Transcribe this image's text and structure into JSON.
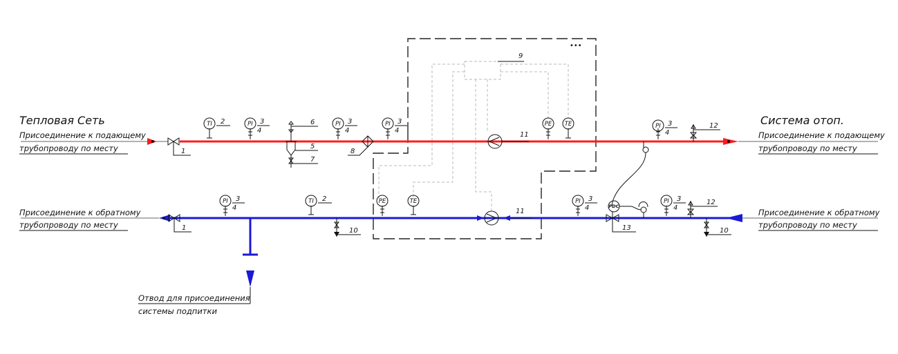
{
  "left": {
    "network_title": "Тепловая Сеть",
    "supply_line1": "Присоединение к подающему",
    "supply_line2": "трубопроводу по месту",
    "return_line1": "Присоединение к обратному",
    "return_line2": "трубопроводу по месту"
  },
  "right": {
    "system_title": "Система отоп.",
    "supply_line1": "Присоединение к подающему",
    "supply_line2": "трубопроводу по месту",
    "return_line1": "Присоединение к обратному",
    "return_line2": "трубопроводу по месту"
  },
  "branch": {
    "line1": "Отвод для присоединения",
    "line2": "системы подпитки"
  },
  "panel": {
    "ellipsis": "•••"
  },
  "instruments": {
    "pi": "PI",
    "ti": "TI",
    "pe": "PE",
    "te": "TE",
    "pdc": "PDC"
  },
  "positions": {
    "n1": "1",
    "n2": "2",
    "n3": "3",
    "n4": "4",
    "n5": "5",
    "n6": "6",
    "n7": "7",
    "n8": "8",
    "n9": "9",
    "n10": "10",
    "n11": "11",
    "n12": "12",
    "n13": "13"
  },
  "colors": {
    "supply": "#ff1a1a",
    "return": "#1a1ad6",
    "lines": "#111111",
    "control": "#b8b8b8"
  }
}
